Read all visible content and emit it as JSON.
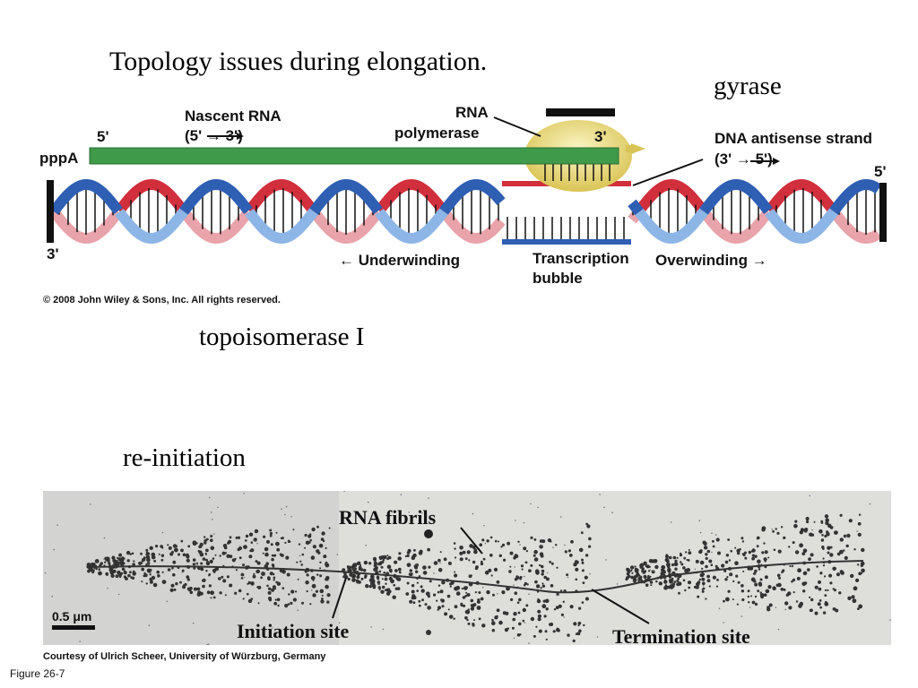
{
  "slide": {
    "title": "Topology issues during elongation.",
    "gyrase": "gyrase",
    "topoisomerase": "topoisomerase I",
    "reinitiation": "re-initiation",
    "figure_label": "Figure 26-7"
  },
  "diagram": {
    "nascent_rna": "Nascent RNA",
    "nascent_dir": "(5' → 3')",
    "five_prime": "5'",
    "three_prime": "3'",
    "pppA": "pppA",
    "rna_pol_line1": "RNA",
    "rna_pol_line2": "polymerase",
    "antisense_line1": "DNA antisense strand",
    "antisense_line2": "(3' → 5')",
    "underwinding": "← Underwinding",
    "transcription_line1": "Transcription",
    "transcription_line2": "bubble",
    "overwinding": "Overwinding →",
    "copyright": "© 2008 John Wiley & Sons, Inc. All rights reserved."
  },
  "micrograph": {
    "rna_fibrils": "RNA fibrils",
    "scale_bar": "0.5 μm",
    "initiation_site": "Initiation site",
    "termination_site": "Termination site",
    "courtesy": "Courtesy of Ulrich Scheer, University of Würzburg, Germany"
  },
  "colors": {
    "rna_green": "#3f9a4a",
    "polymerase_yellow": "#e8d96a",
    "strand_red": "#d12f3c",
    "strand_pink": "#e9a3aa",
    "strand_blue": "#2f5fb3",
    "strand_lightblue": "#8db6e6"
  }
}
